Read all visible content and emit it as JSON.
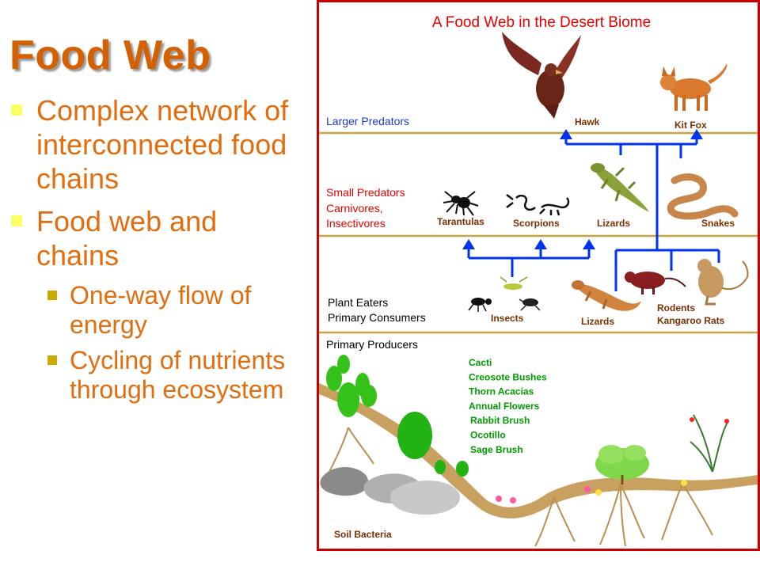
{
  "colors": {
    "title": "#d46000",
    "bullet_text": "#e26d0e",
    "bullet_square": "#ffff66",
    "sub_bullet_square": "#ccaa00",
    "diagram_border": "#c60000",
    "level_line": "#c8a440",
    "arrow": "#0033ee",
    "red_text": "#e40000",
    "blue_text": "#1a3ad0",
    "brown_text": "#7a3000",
    "green_text": "#009b00",
    "black_text": "#000000"
  },
  "slide": {
    "title": "Food Web",
    "bullets": [
      {
        "text": "Complex network of interconnected food chains"
      },
      {
        "text": "Food web and chains",
        "sub": [
          "One-way flow of energy",
          "Cycling of nutrients through ecosystem"
        ]
      }
    ]
  },
  "diagram": {
    "title": "A Food Web in the Desert Biome",
    "levels": {
      "larger_predators": "Larger Predators",
      "small_predators": [
        "Small Predators",
        "Carnivores,",
        "Insectivores"
      ],
      "plant_eaters": [
        "Plant Eaters",
        "Primary Consumers"
      ],
      "primary_producers": "Primary Producers"
    },
    "organisms": {
      "hawk": "Hawk",
      "kit_fox": "Kit Fox",
      "tarantulas": "Tarantulas",
      "scorpions": "Scorpions",
      "lizards_top": "Lizards",
      "snakes": "Snakes",
      "insects": "Insects",
      "lizards_bottom": "Lizards",
      "rodents": "Rodents",
      "kangaroo_rats": "Kangaroo Rats",
      "soil_bacteria": "Soil Bacteria"
    },
    "plants": [
      "Cacti",
      "Creosote Bushes",
      "Thorn Acacias",
      "Annual Flowers",
      "Rabbit Brush",
      "Ocotillo",
      "Sage Brush"
    ]
  }
}
